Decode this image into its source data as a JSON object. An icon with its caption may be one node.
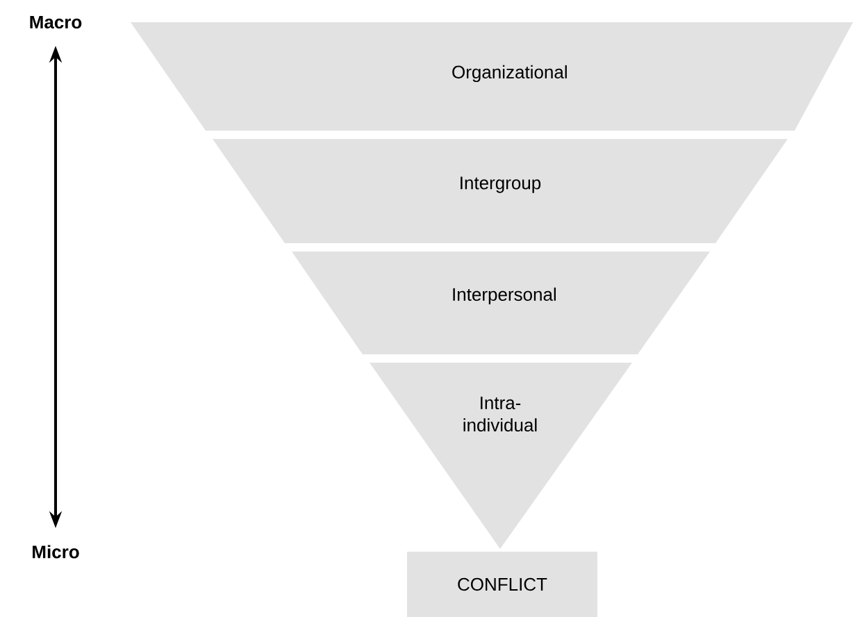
{
  "diagram": {
    "nodes": [
      {
        "text": [
          "Organizational"
        ]
      },
      {
        "text": [
          "Intergroup"
        ]
      },
      {
        "text": [
          "Interpersonal"
        ]
      },
      {
        "text": [
          "Intra- individual"
        ]
      },
      {
        "text": [
          "CONFLICT"
        ]
      }
    ],
    "labels": [
      "Macro",
      "Micro"
    ]
  }
}
